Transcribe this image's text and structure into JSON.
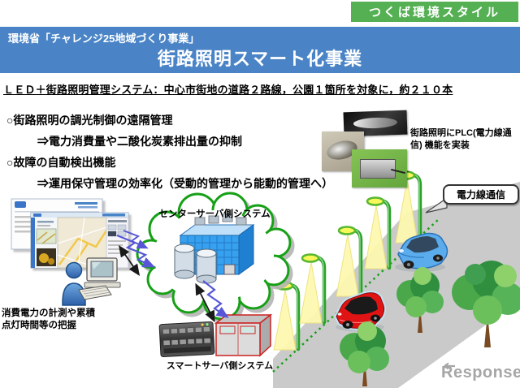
{
  "badge": {
    "label": "つくば環境スタイル"
  },
  "header": {
    "subtitle": "環境省「チャレンジ25地域づくり事業」",
    "title": "街路照明スマート化事業"
  },
  "lead": {
    "text": "ＬＥＤ＋街路照明管理システム：中心市街地の道路２路線，公園１箇所を対象に，約２１０本"
  },
  "bullets": [
    "○街路照明の調光制御の遠隔管理",
    "⇒電力消費量や二酸化炭素排出量の抑制",
    "○故障の自動検出機能",
    "⇒運用保守管理の効率化（受動的管理から能動的管理へ）"
  ],
  "diagram": {
    "plc_note": "街路照明にPLC(電力線通信) 機能を実装",
    "plc_callout": "電力線通信",
    "center_server_label": "センターサーバ側システム",
    "smart_server_label": "スマートサーバ側システム",
    "monitoring_label": "消費電力の計測や累積点灯時間等の把握"
  },
  "footer": {
    "logo": "Response."
  },
  "colors": {
    "header_blue": "#4a84c6",
    "badge_green": "#55b054",
    "cloud_green": "#17a017",
    "pole_green": "#2aa22a",
    "road_gray": "#cacaca",
    "callout_border": "#333333",
    "logo_gray": "#a6a6a6"
  }
}
